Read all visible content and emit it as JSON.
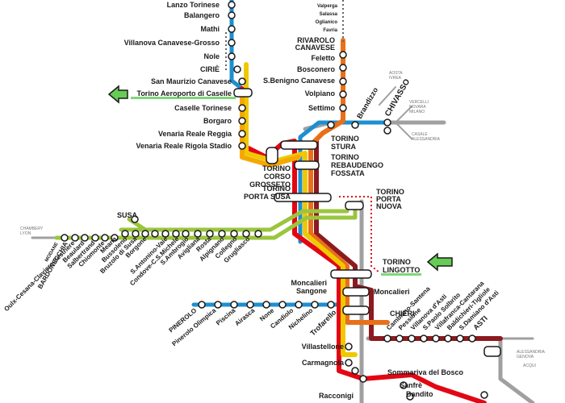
{
  "line_colors": {
    "sfm1": "#e30613",
    "sfm2": "#8c1a1f",
    "sfm3": "#f5a800",
    "sfm4": "#f0c800",
    "sfm5": "#e8701a",
    "sfm6": "#1d8fd1",
    "sfm7": "#9bc53d",
    "fm": "#a0a0a0",
    "highlight": "#7fd67a",
    "arrow": "#66cc55"
  },
  "stations_left_north": [
    "Lanzo Torinese",
    "Balangero",
    "Mathi",
    "Villanova Canavese-Grosso",
    "Nole",
    "CIRIÈ",
    "San Maurizio Canavese",
    "Torino Aeroporto di Caselle",
    "Caselle Torinese",
    "Borgaro",
    "Venaria Reale Reggia",
    "Venaria Reale Rigola Stadio"
  ],
  "stations_top_right": [
    "Valperga",
    "Salassa",
    "Oglianico",
    "Favria"
  ],
  "stations_orange": [
    "RIVAROLO",
    "CANAVESE",
    "Feletto",
    "Bosconero",
    "S.Benigno Canavese",
    "Volpiano",
    "Settimo"
  ],
  "brandizzo": "Brandizzo",
  "chivasso": "CHIVASSO",
  "grey_notes": {
    "aosta": "AOSTA\nIVREA",
    "vercelli": "VERCELLI\nNOVARA\nMILANO",
    "casale": "CASALE\nALESSANDRIA",
    "chambery": "CHAMBERY\nLYON",
    "alessandria": "ALESSANDRIA\nGENOVA",
    "acqui": "ACQUI"
  },
  "hubs": {
    "stura": [
      "TORINO",
      "STURA"
    ],
    "rebaudengo": [
      "TORINO",
      "REBAUDENGO",
      "FOSSATA"
    ],
    "grosseto": [
      "TORINO",
      "CORSO",
      "GROSSETO"
    ],
    "porta_susa": [
      "TORINO",
      "PORTA SUSA"
    ],
    "porta_nuova": [
      "TORINO",
      "PORTA",
      "NUOVA"
    ],
    "lingotto": [
      "TORINO",
      "LINGOTTO"
    ]
  },
  "susa": "SUSA",
  "stations_susa_line": [
    "MODANE",
    "BARDONECCHIA",
    "Oulx-Cesana-Claviere-Sestriere",
    "Beaulard",
    "Salbertrand",
    "Chiomonte",
    "Meana",
    "Bussoleno",
    "Bruzolo di Susa",
    "Borgone",
    "S.Antonino-Vaie",
    "Condove-C.S.Michele",
    "S.Ambrogio",
    "Avigliana",
    "Rosta",
    "Alpignano",
    "Collegno",
    "Grugliasco"
  ],
  "moncalieri_sangone": [
    "Moncalieri",
    "Sangone"
  ],
  "moncalieri": "Moncalieri",
  "trofarello": "Trofarello",
  "chieri": "CHIERI",
  "stations_pinerolo": [
    "PINEROLO",
    "Pinerolo Olimpica",
    "Piscina",
    "Airasca",
    "None",
    "Candiolo",
    "Nichelino"
  ],
  "stations_south": [
    "Villastellone",
    "Carmagnola",
    "Racconigi"
  ],
  "stations_southeast": [
    "Sommariva del Bosco",
    "Sanfrè",
    "Bandito"
  ],
  "stations_asti_line": [
    "Cambiano-Santena",
    "Pessione",
    "Villanova d'Asti",
    "S.Paolo Solbrito",
    "Villafranca-Cantarana",
    "Baldichieri-Tigliole",
    "S.Damiano d'Asti",
    "ASTI"
  ]
}
